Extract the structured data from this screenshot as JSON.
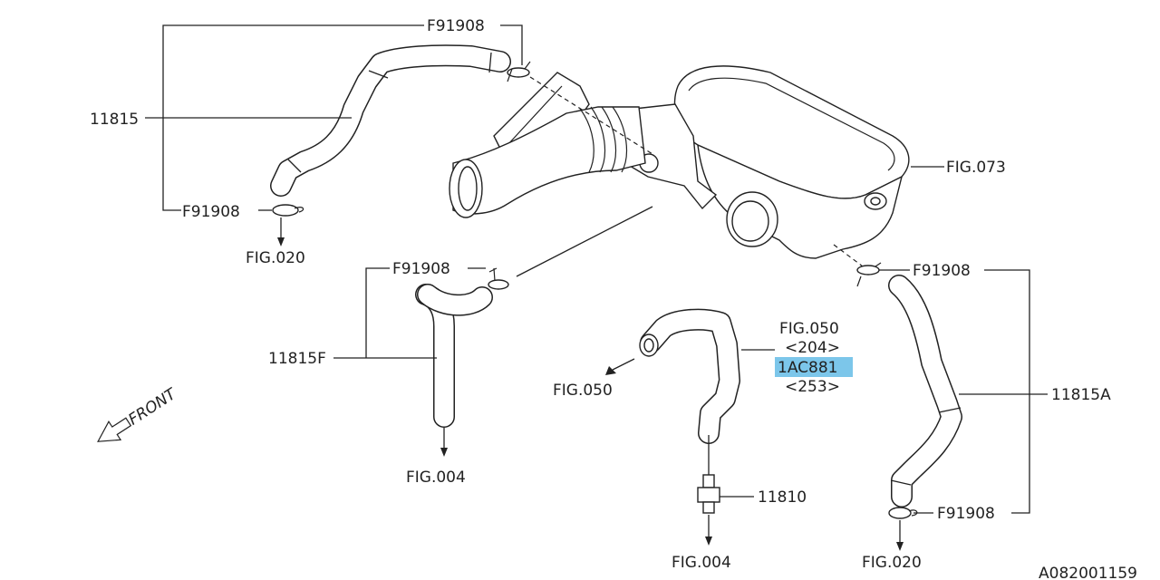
{
  "diagram_id": "A082001159",
  "front_label": "FRONT",
  "labels": {
    "f91908_top": "F91908",
    "f91908_left": "F91908",
    "f91908_mid": "F91908",
    "f91908_right_top": "F91908",
    "f91908_right_bottom": "F91908",
    "part_11815": "11815",
    "part_11815F": "11815F",
    "part_11815A": "11815A",
    "part_11810": "11810",
    "fig_073": "FIG.073",
    "fig_020_left": "FIG.020",
    "fig_020_right": "FIG.020",
    "fig_004_left": "FIG.004",
    "fig_004_bottom": "FIG.004",
    "fig_050_left": "FIG.050",
    "fig_050_ref": "FIG.050",
    "ref_204": "<204>",
    "ref_1ac881": "1AC881",
    "ref_253": "<253>"
  },
  "colors": {
    "line": "#222222",
    "highlight": "#7cc6ea"
  }
}
